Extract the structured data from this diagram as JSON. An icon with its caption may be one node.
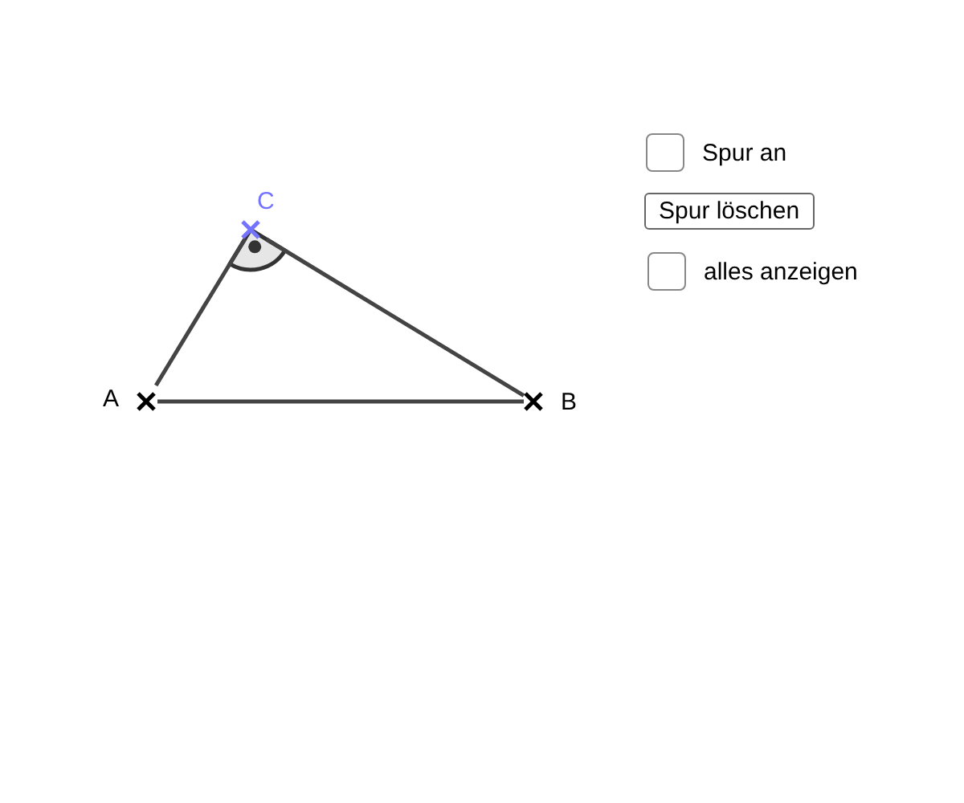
{
  "diagram": {
    "nodes": [
      {
        "text": [
          "A"
        ]
      },
      {
        "text": [
          "B"
        ]
      },
      {
        "text": [
          "C"
        ]
      }
    ],
    "edges": [
      {
        "from": 0,
        "to": 1,
        "arrow": "none"
      },
      {
        "from": 1,
        "to": 2,
        "arrow": "none"
      },
      {
        "from": 2,
        "to": 0,
        "arrow": "none"
      }
    ],
    "labels": [
      "Spur an",
      "Spur löschen",
      "alles anzeigen"
    ]
  }
}
